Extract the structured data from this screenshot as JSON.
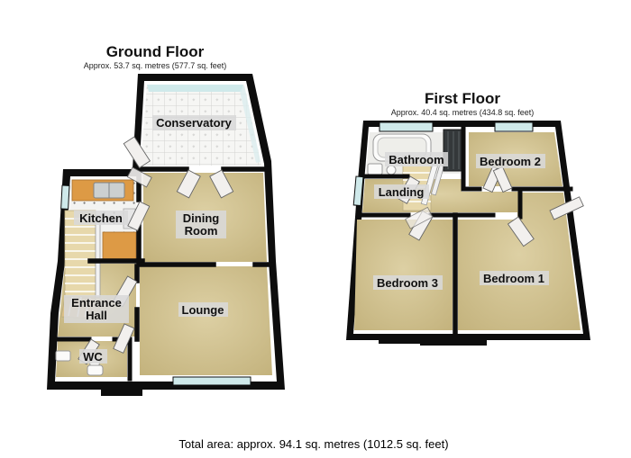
{
  "ground_floor": {
    "title": "Ground Floor",
    "subtitle": "Approx. 53.7 sq. metres (577.7 sq. feet)",
    "rooms": {
      "conservatory": "Conservatory",
      "kitchen": "Kitchen",
      "dining_line1": "Dining",
      "dining_line2": "Room",
      "entrance_line1": "Entrance",
      "entrance_line2": "Hall",
      "lounge": "Lounge",
      "wc": "WC"
    }
  },
  "first_floor": {
    "title": "First Floor",
    "subtitle": "Approx. 40.4 sq. metres (434.8 sq. feet)",
    "rooms": {
      "bathroom": "Bathroom",
      "bedroom2": "Bedroom 2",
      "landing": "Landing",
      "bedroom3": "Bedroom 3",
      "bedroom1": "Bedroom 1"
    }
  },
  "footer": {
    "total_area": "Total area: approx. 94.1 sq. metres (1012.5 sq. feet)"
  },
  "colors": {
    "carpet": "#d2c189",
    "wall": "#0d0d0d",
    "window_glazing": "#cfe9ea",
    "kitchen_counter": "#dd9a45",
    "stairs": "#e7d8ab",
    "label_background": "#d9d9d9",
    "shower": "#34383a",
    "conservatory_tile": "#f6f6f4"
  }
}
